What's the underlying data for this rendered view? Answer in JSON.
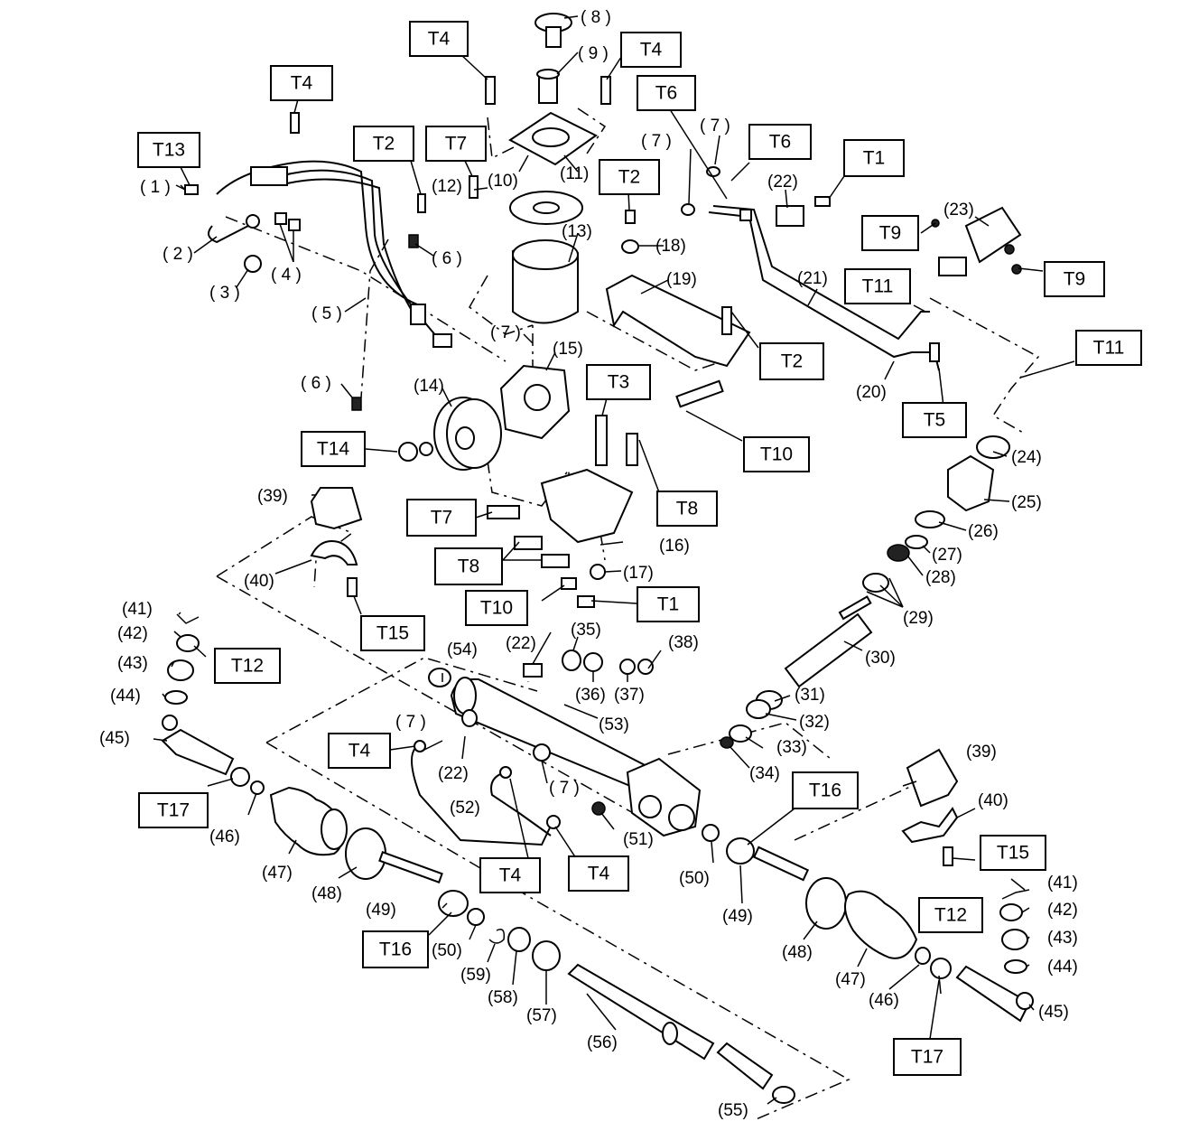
{
  "boxes": [
    {
      "id": "t4a",
      "text": "T4"
    },
    {
      "id": "t4b",
      "text": "T4"
    },
    {
      "id": "t4c",
      "text": "T4"
    },
    {
      "id": "t13",
      "text": "T13"
    },
    {
      "id": "t2a",
      "text": "T2"
    },
    {
      "id": "t7a",
      "text": "T7"
    },
    {
      "id": "t2b",
      "text": "T2"
    },
    {
      "id": "t6a",
      "text": "T6"
    },
    {
      "id": "t6b",
      "text": "T6"
    },
    {
      "id": "t1a",
      "text": "T1"
    },
    {
      "id": "t9a",
      "text": "T9"
    },
    {
      "id": "t9b",
      "text": "T9"
    },
    {
      "id": "t11a",
      "text": "T11"
    },
    {
      "id": "t11b",
      "text": "T11"
    },
    {
      "id": "t2c",
      "text": "T2"
    },
    {
      "id": "t5",
      "text": "T5"
    },
    {
      "id": "t3",
      "text": "T3"
    },
    {
      "id": "t10a",
      "text": "T10"
    },
    {
      "id": "t14",
      "text": "T14"
    },
    {
      "id": "t8a",
      "text": "T8"
    },
    {
      "id": "t7b",
      "text": "T7"
    },
    {
      "id": "t8b",
      "text": "T8"
    },
    {
      "id": "t10b",
      "text": "T10"
    },
    {
      "id": "t1b",
      "text": "T1"
    },
    {
      "id": "t15a",
      "text": "T15"
    },
    {
      "id": "t12a",
      "text": "T12"
    },
    {
      "id": "t4d",
      "text": "T4"
    },
    {
      "id": "t17a",
      "text": "T17"
    },
    {
      "id": "t4e",
      "text": "T4"
    },
    {
      "id": "t4f",
      "text": "T4"
    },
    {
      "id": "t16a",
      "text": "T16"
    },
    {
      "id": "t16b",
      "text": "T16"
    },
    {
      "id": "t15b",
      "text": "T15"
    },
    {
      "id": "t12b",
      "text": "T12"
    },
    {
      "id": "t17b",
      "text": "T17"
    }
  ],
  "labels": [
    {
      "id": "l8",
      "text": "( 8 )"
    },
    {
      "id": "l9",
      "text": "( 9 )"
    },
    {
      "id": "l1",
      "text": "( 1 )"
    },
    {
      "id": "l2",
      "text": "( 2 )"
    },
    {
      "id": "l3",
      "text": "( 3 )"
    },
    {
      "id": "l4",
      "text": "( 4 )"
    },
    {
      "id": "l5",
      "text": "( 5 )"
    },
    {
      "id": "l6a",
      "text": "( 6 )"
    },
    {
      "id": "l6b",
      "text": "( 6 )"
    },
    {
      "id": "l10",
      "text": "(10)"
    },
    {
      "id": "l11",
      "text": "(11)"
    },
    {
      "id": "l12",
      "text": "(12)"
    },
    {
      "id": "l13",
      "text": "(13)"
    },
    {
      "id": "l7a",
      "text": "( 7 )"
    },
    {
      "id": "l7b",
      "text": "( 7 )"
    },
    {
      "id": "l7c",
      "text": "( 7 )"
    },
    {
      "id": "l18",
      "text": "(18)"
    },
    {
      "id": "l19",
      "text": "(19)"
    },
    {
      "id": "l22a",
      "text": "(22)"
    },
    {
      "id": "l23",
      "text": "(23)"
    },
    {
      "id": "l21",
      "text": "(21)"
    },
    {
      "id": "l20",
      "text": "(20)"
    },
    {
      "id": "l14",
      "text": "(14)"
    },
    {
      "id": "l15",
      "text": "(15)"
    },
    {
      "id": "l24",
      "text": "(24)"
    },
    {
      "id": "l25",
      "text": "(25)"
    },
    {
      "id": "l26",
      "text": "(26)"
    },
    {
      "id": "l27",
      "text": "(27)"
    },
    {
      "id": "l28",
      "text": "(28)"
    },
    {
      "id": "l29",
      "text": "(29)"
    },
    {
      "id": "l39a",
      "text": "(39)"
    },
    {
      "id": "l40a",
      "text": "(40)"
    },
    {
      "id": "l16",
      "text": "(16)"
    },
    {
      "id": "l17",
      "text": "(17)"
    },
    {
      "id": "l35",
      "text": "(35)"
    },
    {
      "id": "l22b",
      "text": "(22)"
    },
    {
      "id": "l36",
      "text": "(36)"
    },
    {
      "id": "l37",
      "text": "(37)"
    },
    {
      "id": "l38",
      "text": "(38)"
    },
    {
      "id": "l30",
      "text": "(30)"
    },
    {
      "id": "l41a",
      "text": "(41)"
    },
    {
      "id": "l42a",
      "text": "(42)"
    },
    {
      "id": "l43a",
      "text": "(43)"
    },
    {
      "id": "l44a",
      "text": "(44)"
    },
    {
      "id": "l45a",
      "text": "(45)"
    },
    {
      "id": "l54",
      "text": "(54)"
    },
    {
      "id": "l7d",
      "text": "( 7 )"
    },
    {
      "id": "l22c",
      "text": "(22)"
    },
    {
      "id": "l53",
      "text": "(53)"
    },
    {
      "id": "l31",
      "text": "(31)"
    },
    {
      "id": "l32",
      "text": "(32)"
    },
    {
      "id": "l33",
      "text": "(33)"
    },
    {
      "id": "l34",
      "text": "(34)"
    },
    {
      "id": "l7e",
      "text": "( 7 )"
    },
    {
      "id": "l46a",
      "text": "(46)"
    },
    {
      "id": "l47a",
      "text": "(47)"
    },
    {
      "id": "l48a",
      "text": "(48)"
    },
    {
      "id": "l52",
      "text": "(52)"
    },
    {
      "id": "l51",
      "text": "(51)"
    },
    {
      "id": "l39b",
      "text": "(39)"
    },
    {
      "id": "l40b",
      "text": "(40)"
    },
    {
      "id": "l49a",
      "text": "(49)"
    },
    {
      "id": "l50a",
      "text": "(50)"
    },
    {
      "id": "l50b",
      "text": "(50)"
    },
    {
      "id": "l49b",
      "text": "(49)"
    },
    {
      "id": "l48b",
      "text": "(48)"
    },
    {
      "id": "l59",
      "text": "(59)"
    },
    {
      "id": "l58",
      "text": "(58)"
    },
    {
      "id": "l57",
      "text": "(57)"
    },
    {
      "id": "l56",
      "text": "(56)"
    },
    {
      "id": "l55",
      "text": "(55)"
    },
    {
      "id": "l47b",
      "text": "(47)"
    },
    {
      "id": "l46b",
      "text": "(46)"
    },
    {
      "id": "l41b",
      "text": "(41)"
    },
    {
      "id": "l42b",
      "text": "(42)"
    },
    {
      "id": "l43b",
      "text": "(43)"
    },
    {
      "id": "l44b",
      "text": "(44)"
    },
    {
      "id": "l45b",
      "text": "(45)"
    }
  ]
}
